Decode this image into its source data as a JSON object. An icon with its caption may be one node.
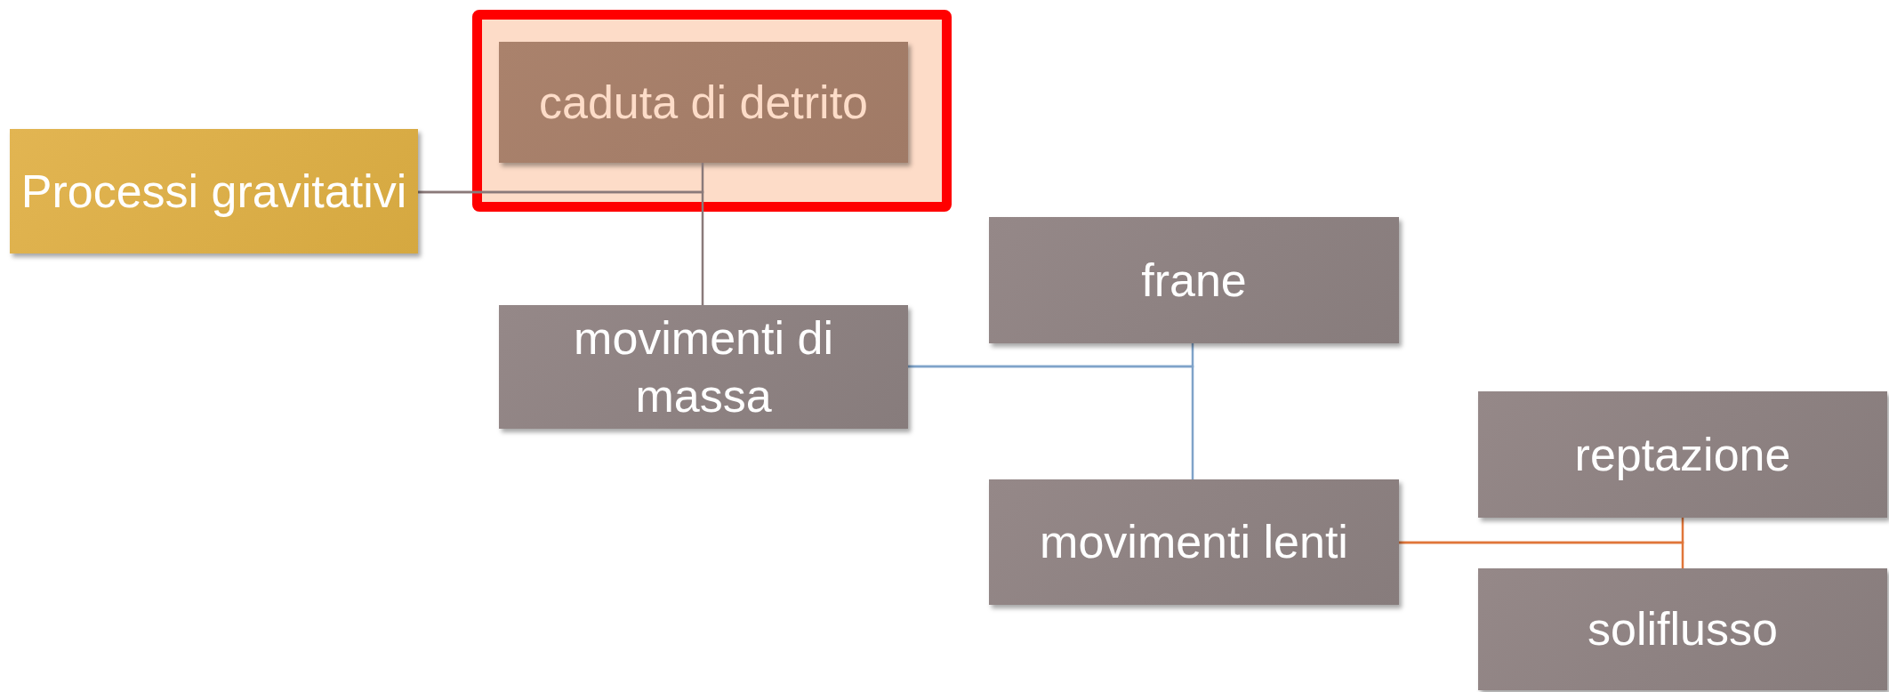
{
  "diagram": {
    "nodes": [
      {
        "text": [
          "Processi gravitativi"
        ]
      },
      {
        "text": [],
        "shape": "box"
      },
      {
        "text": [
          "caduta di detrito"
        ],
        "in": 1
      },
      {
        "text": [
          "movimenti di massa"
        ]
      },
      {
        "text": [
          "frane"
        ]
      },
      {
        "text": [
          "movimenti lenti"
        ]
      },
      {
        "text": [
          "reptazione"
        ]
      },
      {
        "text": [
          "soliflusso"
        ]
      }
    ],
    "edges": [
      {
        "from": 0,
        "to": 2,
        "arrow": "none",
        "color": "#8a7a7a"
      },
      {
        "from": 0,
        "to": 3,
        "arrow": "none",
        "color": "#8a7a7a"
      },
      {
        "from": 3,
        "to": 4,
        "arrow": "none",
        "color": "#7fa3c9"
      },
      {
        "from": 3,
        "to": 5,
        "arrow": "none",
        "color": "#7fa3c9"
      },
      {
        "from": 5,
        "to": 6,
        "arrow": "none",
        "color": "#e0763a"
      },
      {
        "from": 5,
        "to": 7,
        "arrow": "none",
        "color": "#e0763a"
      }
    ]
  }
}
